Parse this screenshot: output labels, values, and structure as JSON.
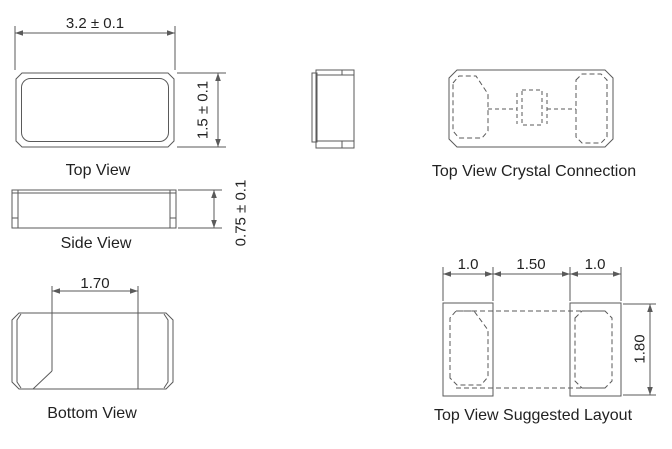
{
  "views": {
    "top": {
      "label": "Top View",
      "width_dim": "3.2 ± 0.1",
      "height_dim": "1.5 ± 0.1"
    },
    "side": {
      "label": "Side View",
      "height_dim": "0.75 ± 0.1"
    },
    "bottom": {
      "label": "Bottom View",
      "pad_gap_dim": "1.70"
    },
    "crystal_connection": {
      "label": "Top View Crystal Connection"
    },
    "suggested_layout": {
      "label": "Top View Suggested Layout",
      "left_pad_dim": "1.0",
      "center_gap_dim": "1.50",
      "right_pad_dim": "1.0",
      "height_dim": "1.80"
    }
  },
  "colors": {
    "line": "#5a5a5a",
    "text": "#222222",
    "background": "#ffffff"
  }
}
